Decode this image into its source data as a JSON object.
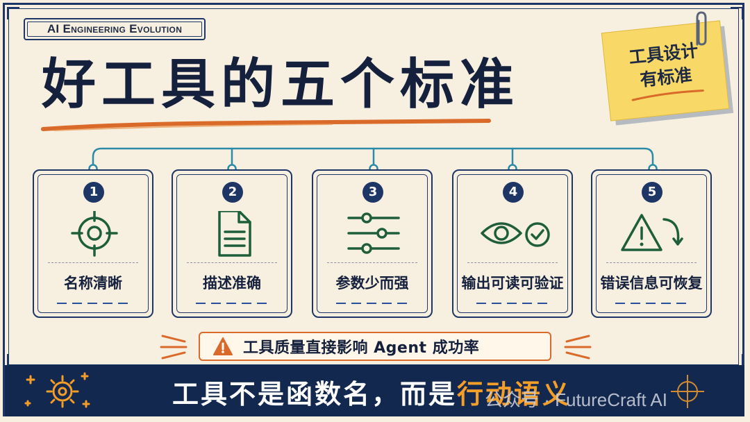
{
  "badge_text": "AI Engineering Evolution",
  "title": "好工具的五个标准",
  "sticky_note": {
    "line1": "工具设计",
    "line2": "有标准"
  },
  "cards": [
    {
      "number": "1",
      "icon": "target-icon",
      "label": "名称清晰"
    },
    {
      "number": "2",
      "icon": "document-icon",
      "label": "描述准确"
    },
    {
      "number": "3",
      "icon": "sliders-icon",
      "label": "参数少而强"
    },
    {
      "number": "4",
      "icon": "eye-check-icon",
      "label": "输出可读可验证"
    },
    {
      "number": "5",
      "icon": "warning-recover-icon",
      "label": "错误信息可恢复"
    }
  ],
  "alert_text": "工具质量直接影响 Agent 成功率",
  "bottom": {
    "text_white": "工具不是函数名，而是",
    "text_highlight": "行动语义"
  },
  "watermark": "公众号 · FutureCraft AI",
  "colors": {
    "background": "#f7f0e0",
    "navy": "#1e3666",
    "green": "#1f5e3a",
    "orange": "#d96a2a",
    "teal": "#2a8aa8",
    "sticky": "#f8d968",
    "highlight": "#f49e2a"
  }
}
